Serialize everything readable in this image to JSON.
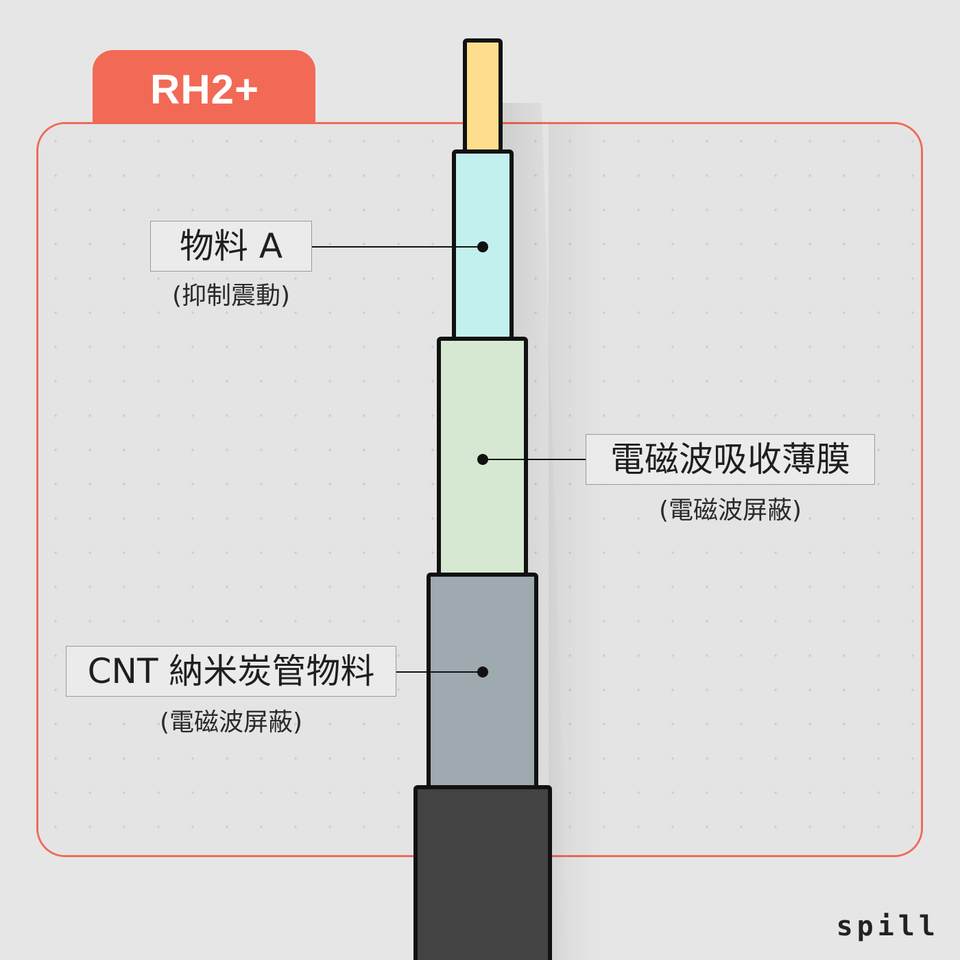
{
  "header": {
    "title": "RH2+"
  },
  "labels": [
    {
      "title": "物料 A",
      "subtitle": "(抑制震動)"
    },
    {
      "title": "電磁波吸收薄膜",
      "subtitle": "(電磁波屏蔽)"
    },
    {
      "title": "CNT 納米炭管物料",
      "subtitle": "(電磁波屏蔽)"
    }
  ],
  "layers": [
    {
      "name": "core",
      "color": "#fede8c"
    },
    {
      "name": "material-a",
      "color": "#c2f0ee"
    },
    {
      "name": "emi-absorbing-film",
      "color": "#d6e8d1"
    },
    {
      "name": "cnt-material",
      "color": "#9ea9b0"
    },
    {
      "name": "outer-jacket",
      "color": "#434343"
    }
  ],
  "colors": {
    "accent": "#f26a55",
    "background": "#e6e6e6",
    "outline": "#111111"
  },
  "brand": {
    "logo": "spill"
  }
}
